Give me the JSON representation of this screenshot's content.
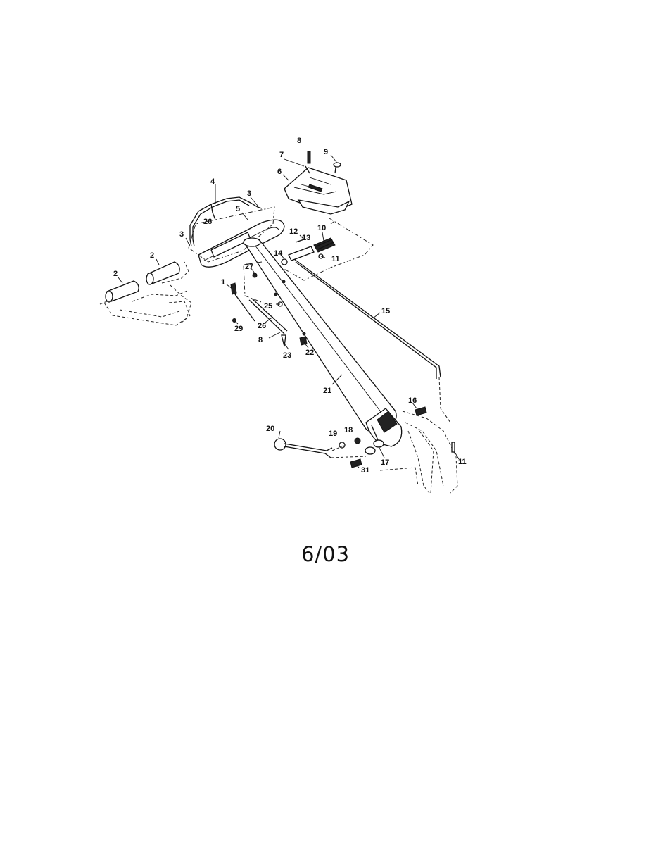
{
  "diagram": {
    "part_numbers": [
      "1",
      "2",
      "2",
      "3",
      "3",
      "4",
      "5",
      "6",
      "7",
      "8",
      "8",
      "9",
      "10",
      "11",
      "11",
      "12",
      "13",
      "14",
      "15",
      "16",
      "17",
      "18",
      "19",
      "20",
      "21",
      "22",
      "23",
      "25",
      "26",
      "26",
      "27",
      "29",
      "31"
    ]
  },
  "footer": {
    "date_code": "6/03"
  }
}
